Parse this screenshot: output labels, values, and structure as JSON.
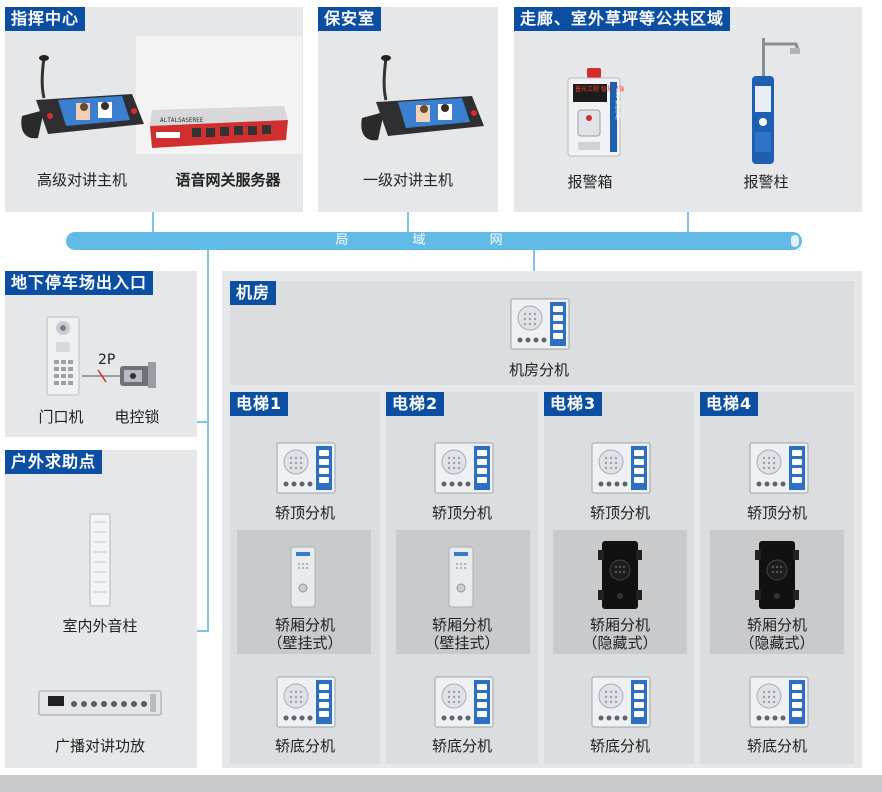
{
  "sections": {
    "command_center": {
      "title": "指挥中心",
      "devices": [
        "高级对讲主机",
        "语音网关服务器"
      ],
      "gateway_screen": "ALTALSASEREE"
    },
    "security_room": {
      "title": "保安室",
      "devices": [
        "一级对讲主机"
      ]
    },
    "public_area": {
      "title": "走廊、室外草坪等公共区域",
      "devices": [
        "报警箱",
        "报警柱"
      ],
      "alarm_box_display": "普光工程 智慧终端",
      "alarm_box_side": "SOS 紧急求助"
    },
    "parking": {
      "title": "地下停车场出入口",
      "devices": [
        "门口机",
        "电控锁"
      ],
      "wire_label": "2P"
    },
    "outdoor": {
      "title": "户外求助点",
      "devices": [
        "室内外音柱",
        "广播对讲功放"
      ]
    },
    "machine_room": {
      "title": "机房",
      "device": "机房分机"
    },
    "elevators": [
      {
        "title": "电梯1",
        "top": "轿顶分机",
        "car": [
          "轿厢分机",
          "（壁挂式）"
        ],
        "car_style": "wall",
        "bottom": "轿底分机"
      },
      {
        "title": "电梯2",
        "top": "轿顶分机",
        "car": [
          "轿厢分机",
          "（壁挂式）"
        ],
        "car_style": "wall",
        "bottom": "轿底分机"
      },
      {
        "title": "电梯3",
        "top": "轿顶分机",
        "car": [
          "轿厢分机",
          "（隐藏式）"
        ],
        "car_style": "hidden",
        "bottom": "轿底分机"
      },
      {
        "title": "电梯4",
        "top": "轿顶分机",
        "car": [
          "轿厢分机",
          "（隐藏式）"
        ],
        "car_style": "hidden",
        "bottom": "轿底分机"
      }
    ]
  },
  "network": {
    "label": "局 域 网"
  },
  "colors": {
    "tag": "#0b4ea2",
    "network": "#62bbe6",
    "panel": "#e6e7e8"
  },
  "icons": [
    "desk-intercom-icon",
    "gateway-server-icon",
    "alarm-box-icon",
    "alarm-pillar-icon",
    "door-station-icon",
    "electric-lock-icon",
    "column-speaker-icon",
    "amplifier-icon",
    "extension-icon",
    "wall-car-intercom-icon",
    "hidden-car-intercom-icon"
  ]
}
